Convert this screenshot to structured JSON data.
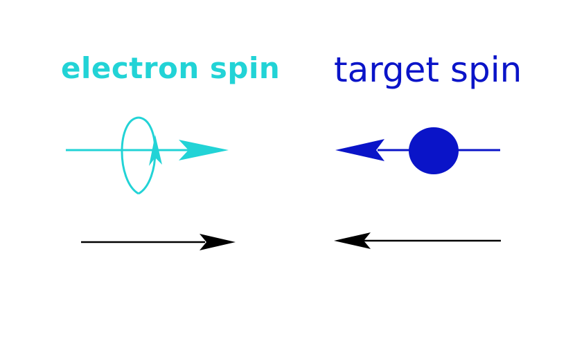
{
  "labels": {
    "electron": "electron spin",
    "target": "target spin"
  },
  "colors": {
    "electron": "#22d3d6",
    "target": "#0a14c8",
    "plain_arrow": "#000000",
    "background": "#ffffff"
  },
  "diagram": {
    "electron_spin": {
      "direction": "right",
      "rotation_icon": "circular-rotation-arrow"
    },
    "target_spin": {
      "direction": "left",
      "marker": "filled-circle"
    },
    "plain_arrows": [
      {
        "direction": "right"
      },
      {
        "direction": "left"
      }
    ]
  }
}
